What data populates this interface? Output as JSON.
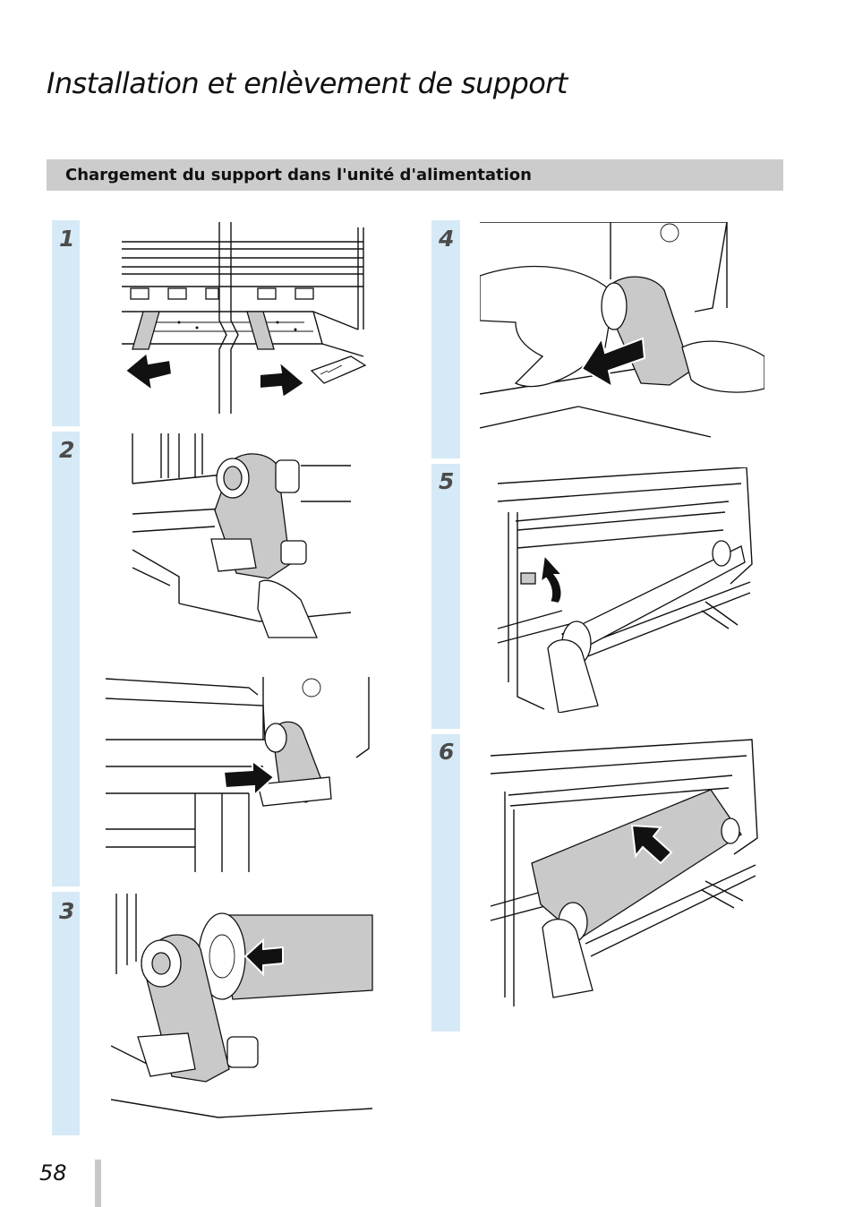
{
  "page": {
    "title": "Installation et enlèvement de support",
    "section_heading": "Chargement du support dans l'unité d'alimentation",
    "page_number": "58"
  },
  "steps": [
    {
      "number": "1",
      "illustration": "media-edge-guides-slide-outward"
    },
    {
      "number": "2",
      "illustration": "media-holder-release-and-slide"
    },
    {
      "number": "3",
      "illustration": "media-roll-mount-onto-holder"
    },
    {
      "number": "4",
      "illustration": "right-holder-slide-into-roll-core"
    },
    {
      "number": "5",
      "illustration": "media-lock-lever-raise"
    },
    {
      "number": "6",
      "illustration": "media-feed-into-printer"
    }
  ],
  "colors": {
    "step_band": "#d6e9f6",
    "section_header": "#cccccc",
    "media_fill": "#c9c9c9",
    "step_number": "#4b4b4b"
  }
}
